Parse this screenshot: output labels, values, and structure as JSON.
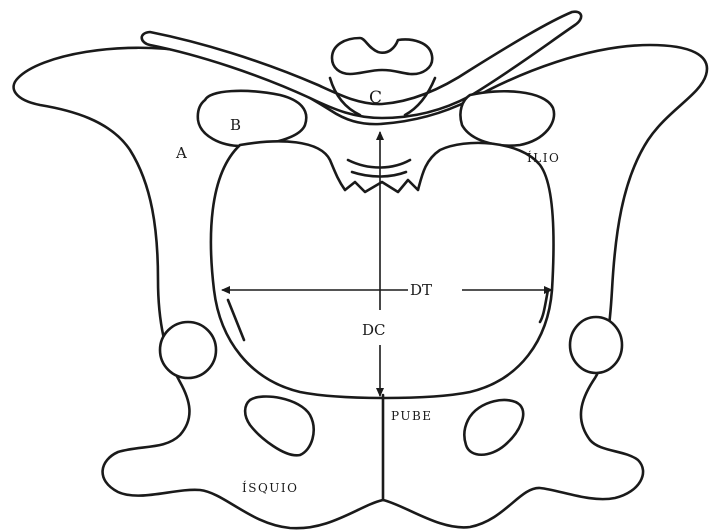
{
  "labels": {
    "a": "A",
    "b": "B",
    "c": "C",
    "ilio": "ÍLIO",
    "dt": "DT",
    "dc": "DC",
    "pube": "PUBE",
    "isquio": "ÍSQUIO"
  },
  "colors": {
    "ink": "#1a1a1a",
    "paper": "#ffffff"
  }
}
